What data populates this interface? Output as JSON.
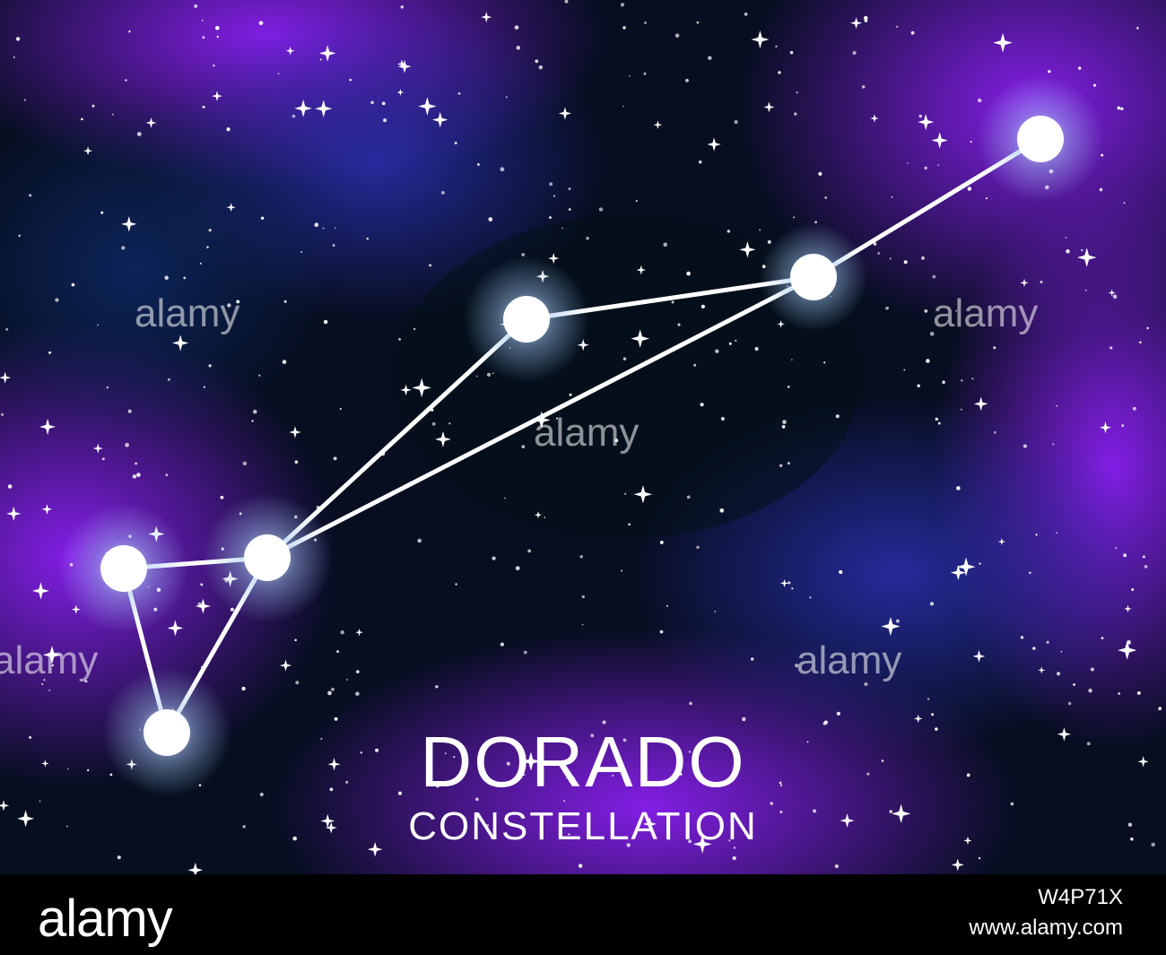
{
  "title": "DORADO",
  "subtitle": "CONSTELLATION",
  "watermark": "alamy",
  "footer": {
    "logo": "alamy",
    "image_id": "W4P71X",
    "source": "www.alamy.com"
  },
  "colors": {
    "sky_dark": "#050d1e",
    "nebula_purple": "#7a16e6",
    "nebula_blue": "#1a1f7a",
    "star": "#ffffff",
    "glow": "#cfe4ff"
  }
}
